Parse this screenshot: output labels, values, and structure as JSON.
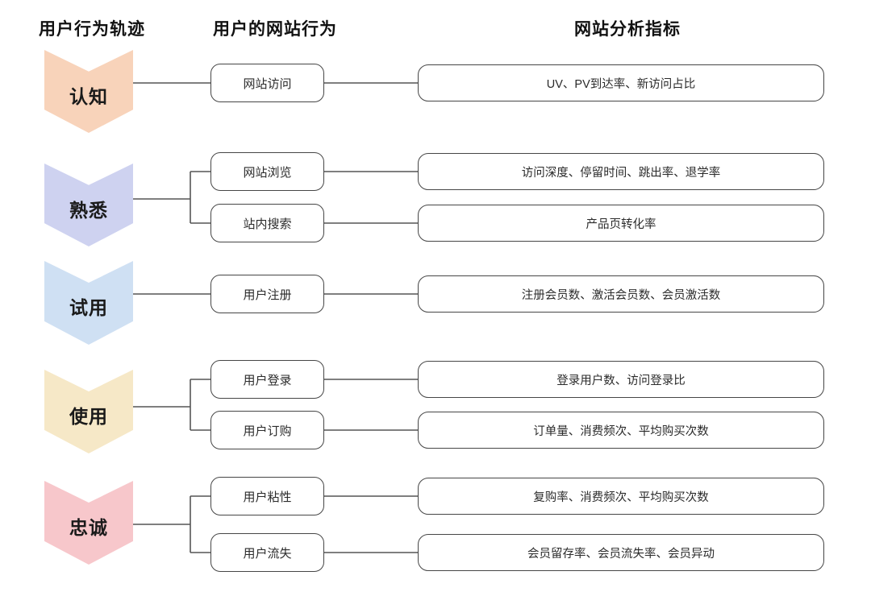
{
  "headers": {
    "track": "用户行为轨迹",
    "behavior": "用户的网站行为",
    "metrics": "网站分析指标"
  },
  "rows": [
    {
      "stage": "认知",
      "stage_color": "#f8d3ba",
      "items": [
        {
          "behavior": "网站访问",
          "metric": "UV、PV到达率、新访问占比"
        }
      ]
    },
    {
      "stage": "熟悉",
      "stage_color": "#ced2f0",
      "items": [
        {
          "behavior": "网站浏览",
          "metric": "访问深度、停留时间、跳出率、退学率"
        },
        {
          "behavior": "站内搜索",
          "metric": "产品页转化率"
        }
      ]
    },
    {
      "stage": "试用",
      "stage_color": "#cfe0f3",
      "items": [
        {
          "behavior": "用户注册",
          "metric": "注册会员数、激活会员数、会员激活数"
        }
      ]
    },
    {
      "stage": "使用",
      "stage_color": "#f6e8c7",
      "items": [
        {
          "behavior": "用户登录",
          "metric": "登录用户数、访问登录比"
        },
        {
          "behavior": "用户订购",
          "metric": "订单量、消费频次、平均购买次数"
        }
      ]
    },
    {
      "stage": "忠诚",
      "stage_color": "#f7c7cb",
      "items": [
        {
          "behavior": "用户粘性",
          "metric": "复购率、消费频次、平均购买次数"
        },
        {
          "behavior": "用户流失",
          "metric": "会员留存率、会员流失率、会员异动"
        }
      ]
    }
  ]
}
